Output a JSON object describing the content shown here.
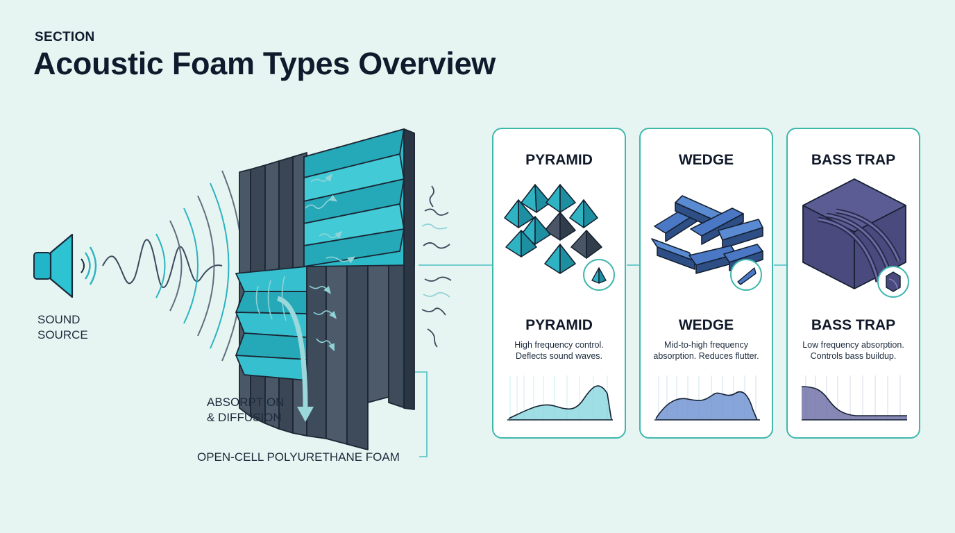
{
  "header": {
    "eyebrow": "SECTION",
    "title": "Acoustic Foam Types Overview"
  },
  "diagram": {
    "sound_source_label": "SOUND\nSOURCE",
    "absorption_label": "ABSORPTION\n& DIFFUSION",
    "material_label": "OPEN-CELL POLYURETHANE FOAM"
  },
  "colors": {
    "teal": "#22b3c4",
    "dark_slate": "#3e4b5b",
    "card_border": "#3fb7ad",
    "wedge_blue": "#4a78c4",
    "bass_purple": "#4a4a7e"
  },
  "cards": [
    {
      "heading": "PYRAMID",
      "name": "PYRAMID",
      "description": "High frequency control.\nDeflects sound waves.",
      "icon": "pyramid-icon"
    },
    {
      "heading": "WEDGE",
      "name": "WEDGE",
      "description": "Mid-to-high frequency\nabsorption. Reduces flutter.",
      "icon": "wedge-icon"
    },
    {
      "heading": "BASS TRAP",
      "name": "BASS TRAP",
      "description": "Low frequency absorption.\nControls bass buildup.",
      "icon": "bass-trap-icon"
    }
  ]
}
